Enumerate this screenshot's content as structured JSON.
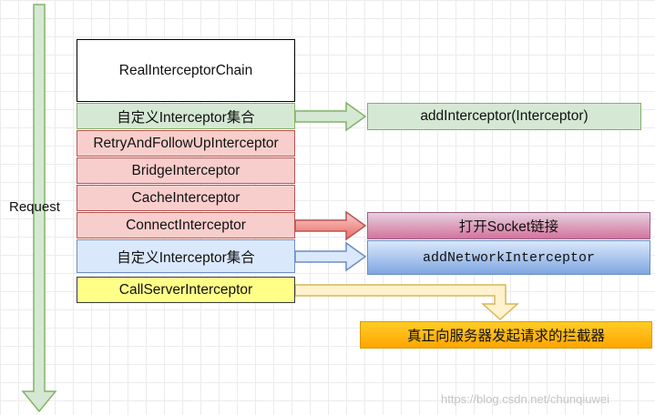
{
  "request_label": "Request",
  "chain": {
    "title": "RealInterceptorChain",
    "items": [
      {
        "label": "自定义Interceptor集合",
        "fill": "#d5e8d4",
        "stroke": "#82b366"
      },
      {
        "label": "RetryAndFollowUpInterceptor",
        "fill": "#f8cecc",
        "stroke": "#b85450"
      },
      {
        "label": "BridgeInterceptor",
        "fill": "#f8cecc",
        "stroke": "#b85450"
      },
      {
        "label": "CacheInterceptor",
        "fill": "#f8cecc",
        "stroke": "#b85450"
      },
      {
        "label": "ConnectInterceptor",
        "fill": "#f8cecc",
        "stroke": "#b85450"
      },
      {
        "label": "自定义Interceptor集合",
        "fill": "#dae8fc",
        "stroke": "#6c8ebf"
      },
      {
        "label": "CallServerInterceptor",
        "fill": "#ffff88",
        "stroke": "#36393d"
      }
    ]
  },
  "annotations": {
    "add_interceptor": "addInterceptor(Interceptor)",
    "open_socket": "打开Socket链接",
    "add_network_interceptor": "addNetworkInterceptor",
    "real_request": "真正向服务器发起请求的拦截器"
  },
  "watermark": "https://blog.csdn.net/chunqiuwei",
  "colors": {
    "green_fill": "#d5e8d4",
    "green_stroke": "#82b366",
    "red_fill": "#f8cecc",
    "red_stroke": "#b85450",
    "blue_fill": "#dae8fc",
    "blue_stroke": "#6c8ebf",
    "yellow_fill": "#ffff88",
    "yellow_arrow": "#fff2cc",
    "yellow_arrow_stroke": "#d6b656",
    "orange_fill": "#ffcd28",
    "orange_stroke": "#d79b00",
    "socket_fill": "#e6d0de",
    "socket_stroke": "#996185"
  }
}
